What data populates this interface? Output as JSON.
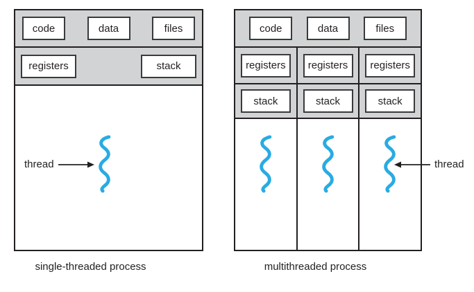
{
  "left_process": {
    "caption": "single-threaded process",
    "resources": {
      "code": "code",
      "data": "data",
      "files": "files"
    },
    "registers": "registers",
    "stack": "stack",
    "thread_annotation": "thread"
  },
  "right_process": {
    "caption": "multithreaded process",
    "resources": {
      "code": "code",
      "data": "data",
      "files": "files"
    },
    "columns": [
      {
        "registers": "registers",
        "stack": "stack"
      },
      {
        "registers": "registers",
        "stack": "stack"
      },
      {
        "registers": "registers",
        "stack": "stack"
      }
    ],
    "thread_annotation": "thread",
    "thread_count": 3
  },
  "colors": {
    "section_gray": "#d1d3d4",
    "border": "#231f20",
    "thread_cyan": "#29abe2",
    "background": "#ffffff",
    "text": "#231f20"
  }
}
